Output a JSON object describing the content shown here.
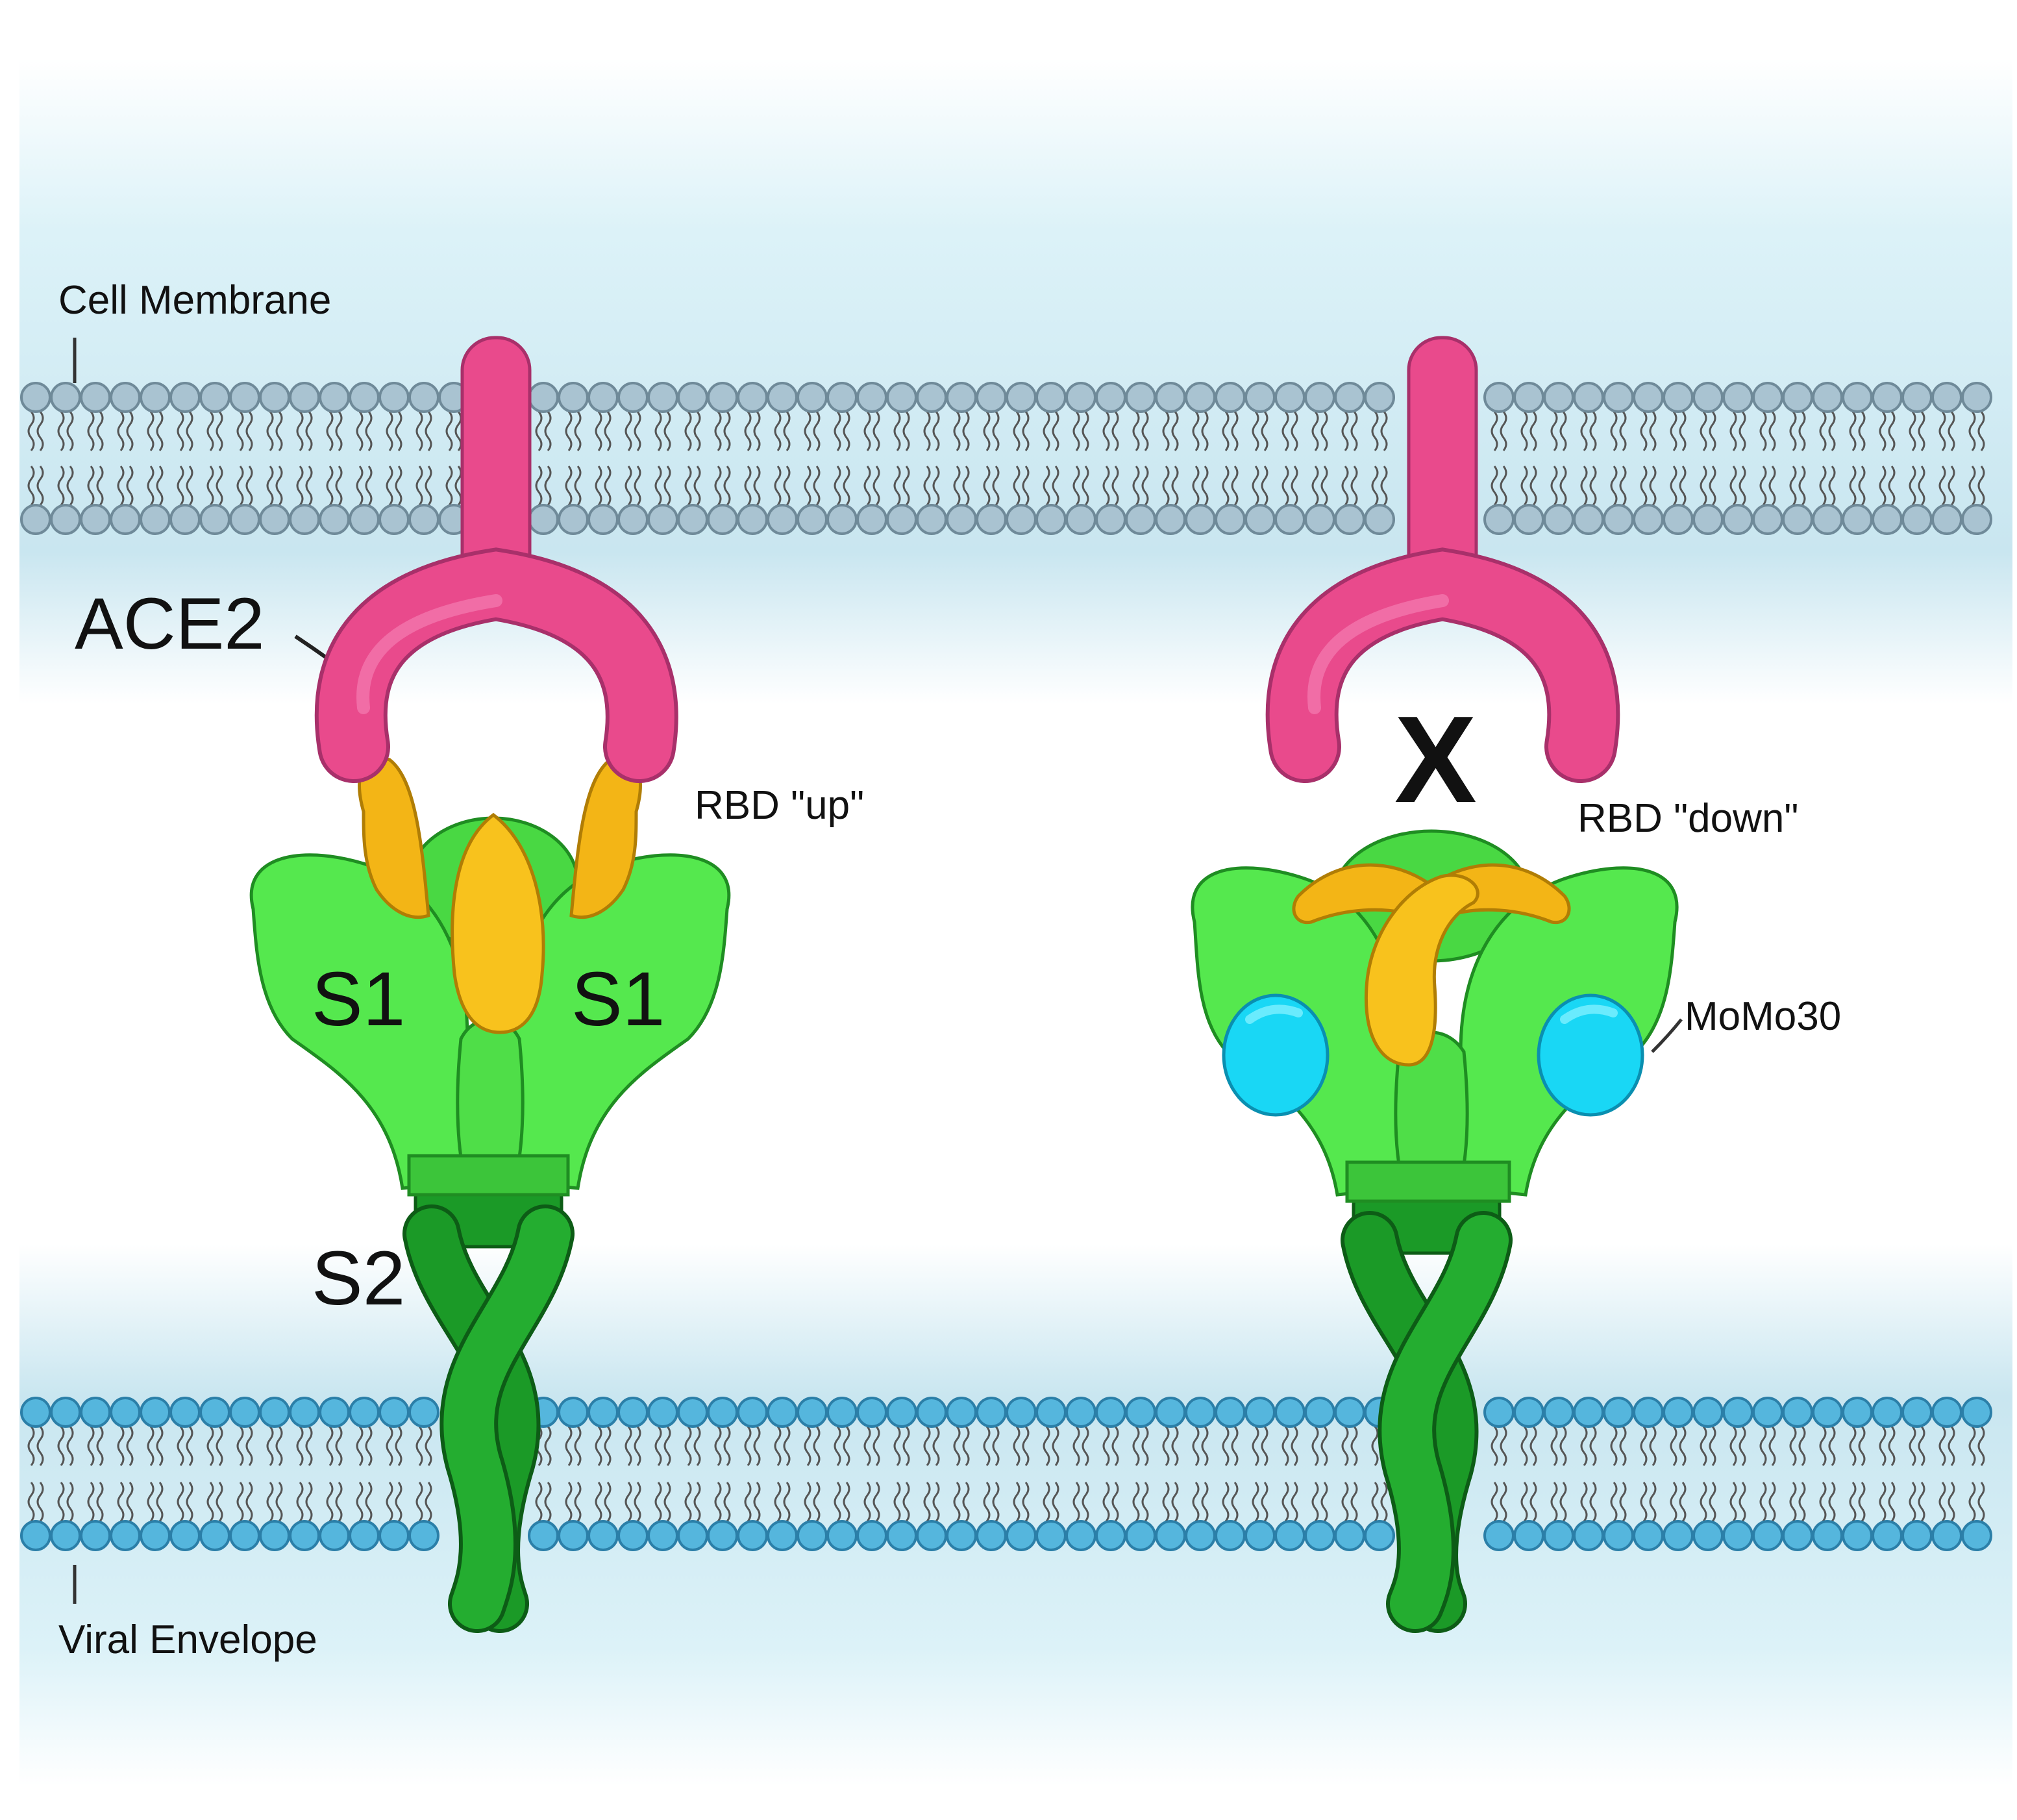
{
  "labels": {
    "cell_membrane": "Cell Membrane",
    "viral_envelope": "Viral Envelope",
    "ace2": "ACE2",
    "rbd_up": "RBD \"up\"",
    "rbd_down": "RBD \"down\"",
    "s1_left": "S1",
    "s1_right": "S1",
    "s2": "S2",
    "momo30": "MoMo30",
    "block_mark": "X"
  },
  "colors": {
    "ace2": "#e94a8c",
    "s1": "#55e84e",
    "s2": "#1b9a27",
    "rbd": "#f3b516",
    "momo30": "#19d7f5",
    "cell_membrane_head": "#a9c3d1",
    "viral_envelope_head": "#55b6dd",
    "background_band": "#d3ecf3"
  }
}
